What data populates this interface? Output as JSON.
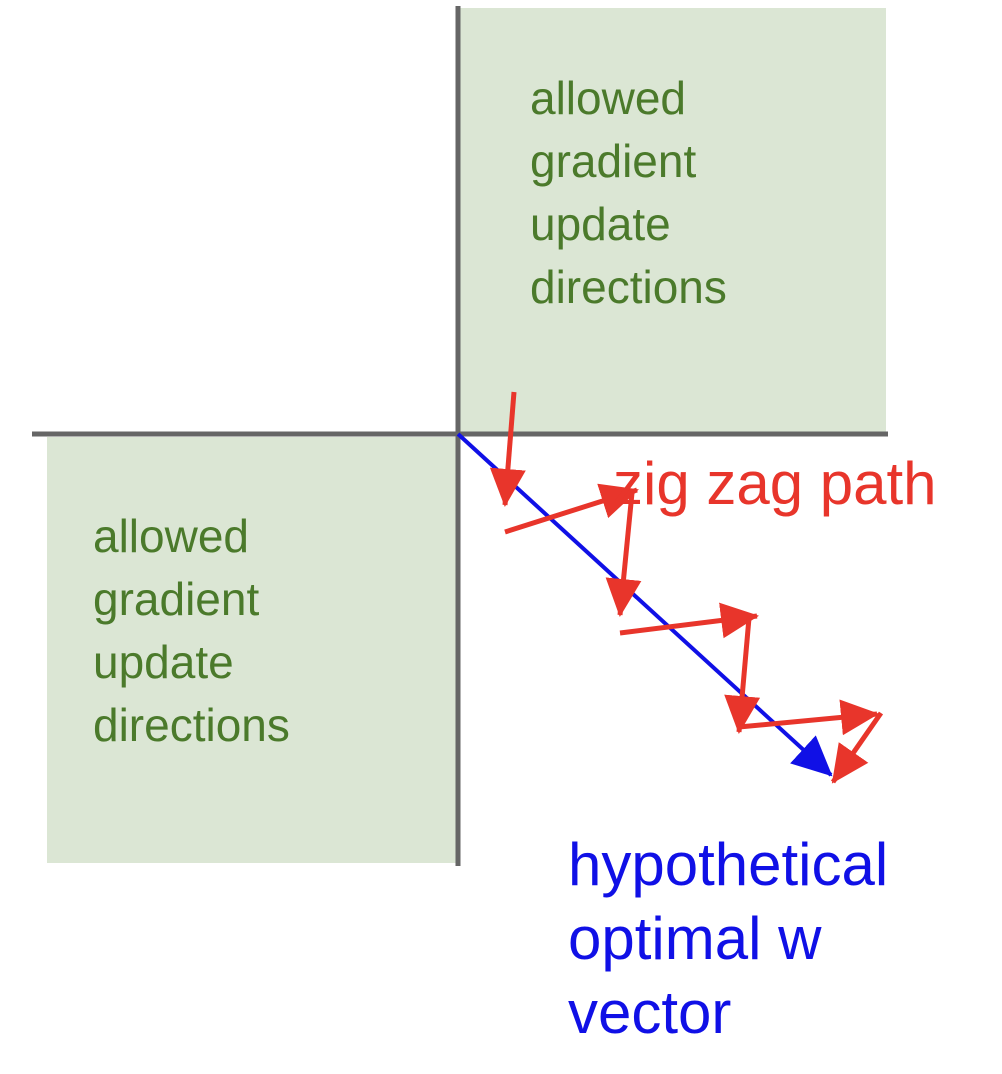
{
  "diagram": {
    "regions": [
      {
        "id": "quadrant-1",
        "label": "allowed\ngradient\nupdate\ndirections"
      },
      {
        "id": "quadrant-3",
        "label": "allowed\ngradient\nupdate\ndirections"
      }
    ],
    "zigzag_label": "zig zag path",
    "optimal_label": "hypothetical\noptimal w\nvector"
  },
  "colors": {
    "region_fill": "#dbe6d4",
    "region_text": "#4b7a2b",
    "axis": "#666666",
    "zigzag": "#e8352b",
    "optimal": "#1010e6"
  }
}
